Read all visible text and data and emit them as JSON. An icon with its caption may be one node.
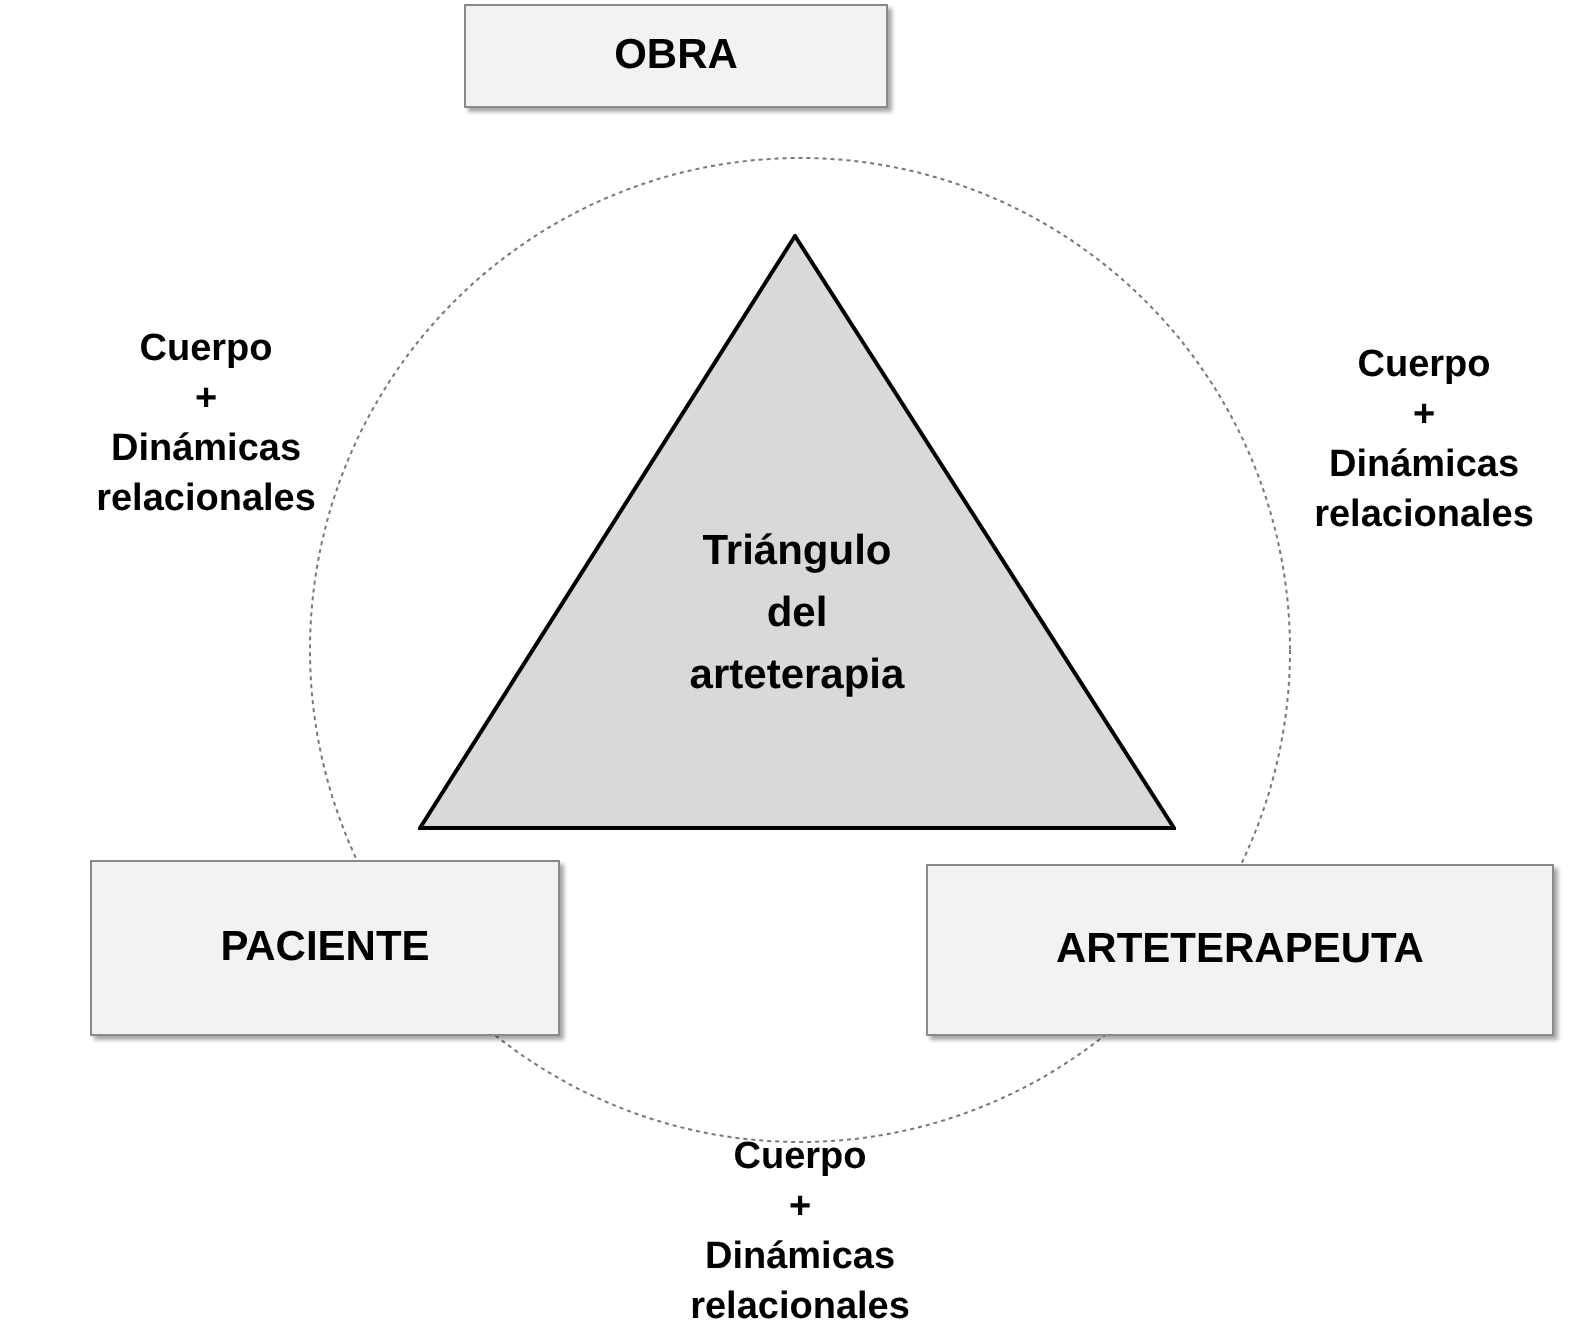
{
  "diagram": {
    "nodes": [
      {
        "text": [
          "OBRA"
        ]
      },
      {
        "text": [
          "Triángulo del arteterapia"
        ]
      },
      {
        "text": [
          "PACIENTE"
        ]
      },
      {
        "text": [
          "ARTETERAPEUTA"
        ]
      }
    ],
    "labels": [
      "Cuerpo",
      "+",
      "Dinámicas relacionales",
      "Cuerpo",
      "+",
      "Dinámicas relacionales",
      "Cuerpo",
      "+",
      "Dinámicas relacionales"
    ]
  }
}
